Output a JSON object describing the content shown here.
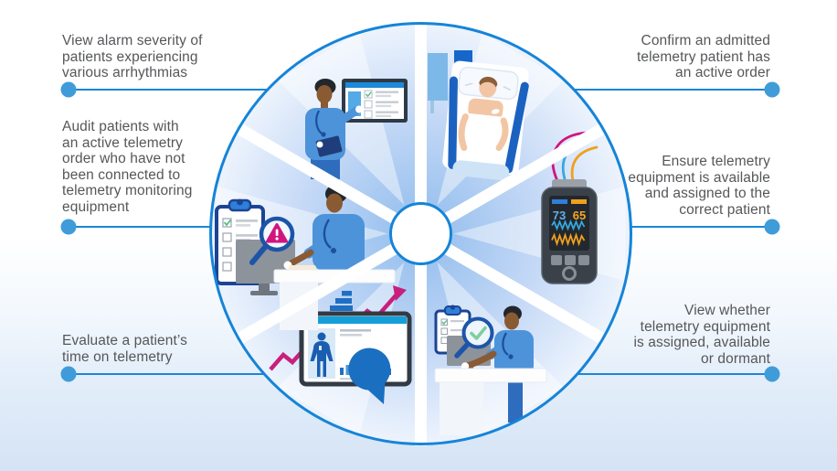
{
  "callouts": {
    "left": [
      {
        "id": "alarm-severity",
        "text": "View alarm severity of\npatients experiencing\nvarious arrhythmias"
      },
      {
        "id": "audit-unconnected",
        "text": "Audit patients with\nan active telemetry\norder who have not\nbeen connected to\ntelemetry monitoring\nequipment"
      },
      {
        "id": "time-on-telemetry",
        "text": "Evaluate a patient’s\ntime on telemetry"
      }
    ],
    "right": [
      {
        "id": "active-order",
        "text": "Confirm an admitted\ntelemetry patient has\nan active order"
      },
      {
        "id": "equipment-assigned",
        "text": "Ensure telemetry\nequipment is available\nand assigned to the\ncorrect patient"
      },
      {
        "id": "equipment-status",
        "text": "View whether\ntelemetry equipment\nis assigned, available\nor dormant"
      }
    ]
  },
  "device": {
    "readings": [
      {
        "value": "73",
        "color": "#5fb0e8"
      },
      {
        "value": "65",
        "color": "#f5a623"
      }
    ]
  },
  "illustrations": [
    {
      "wedge": "top-left",
      "icon": "clinician-presenting-checklist-screen-icon"
    },
    {
      "wedge": "top-right",
      "icon": "patient-in-hospital-bed-icon"
    },
    {
      "wedge": "right",
      "icon": "telemetry-monitor-device-icon"
    },
    {
      "wedge": "bottom-right",
      "icon": "clinician-equipment-check-icon"
    },
    {
      "wedge": "bottom-left",
      "icon": "analytics-dashboard-icon"
    },
    {
      "wedge": "left",
      "icon": "clinician-alert-magnifier-icon"
    }
  ],
  "colors": {
    "ring_blue": "#1584d8",
    "line_blue": "#1b87d8",
    "dot_blue": "#3f9cd9",
    "text_gray": "#55575a",
    "wedge_blue": "#9dc3ef",
    "magenta": "#d1147e",
    "orange": "#f0a01e",
    "cyan": "#35a8e0",
    "green_check": "#5bbd86",
    "scrubs_blue": "#4d93d9",
    "navy": "#1c4494"
  }
}
